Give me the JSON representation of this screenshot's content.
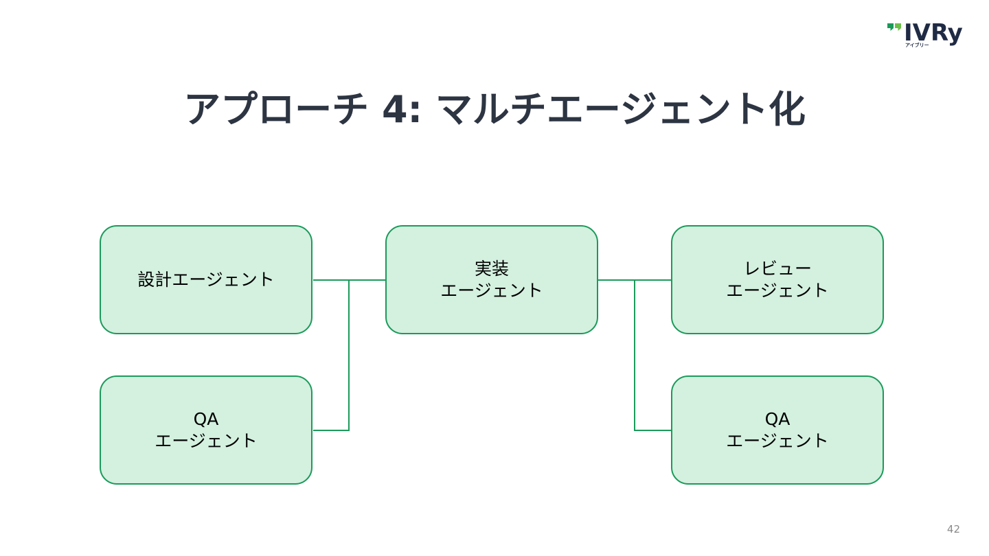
{
  "logo": {
    "wordmark": "IVRy",
    "subtext": "アイブリー",
    "mark_colors": [
      "#1a9a5a",
      "#6cc04a"
    ]
  },
  "slide": {
    "title": "アプローチ 4: マルチエージェント化",
    "page_number": "42"
  },
  "diagram": {
    "colors": {
      "box_fill": "#d4f0df",
      "box_border": "#1a9a5a",
      "connector": "#1a9a5a"
    },
    "nodes": {
      "design": {
        "lines": [
          "設計エージェント"
        ]
      },
      "qa_left": {
        "lines": [
          "QA",
          "エージェント"
        ]
      },
      "implementation": {
        "lines": [
          "実装",
          "エージェント"
        ]
      },
      "review": {
        "lines": [
          "レビュー",
          "エージェント"
        ]
      },
      "qa_right": {
        "lines": [
          "QA",
          "エージェント"
        ]
      }
    },
    "edges": [
      {
        "from": "design",
        "to": "implementation"
      },
      {
        "from": "qa_left",
        "to": "implementation"
      },
      {
        "from": "implementation",
        "to": "review"
      },
      {
        "from": "implementation",
        "to": "qa_right"
      }
    ]
  }
}
